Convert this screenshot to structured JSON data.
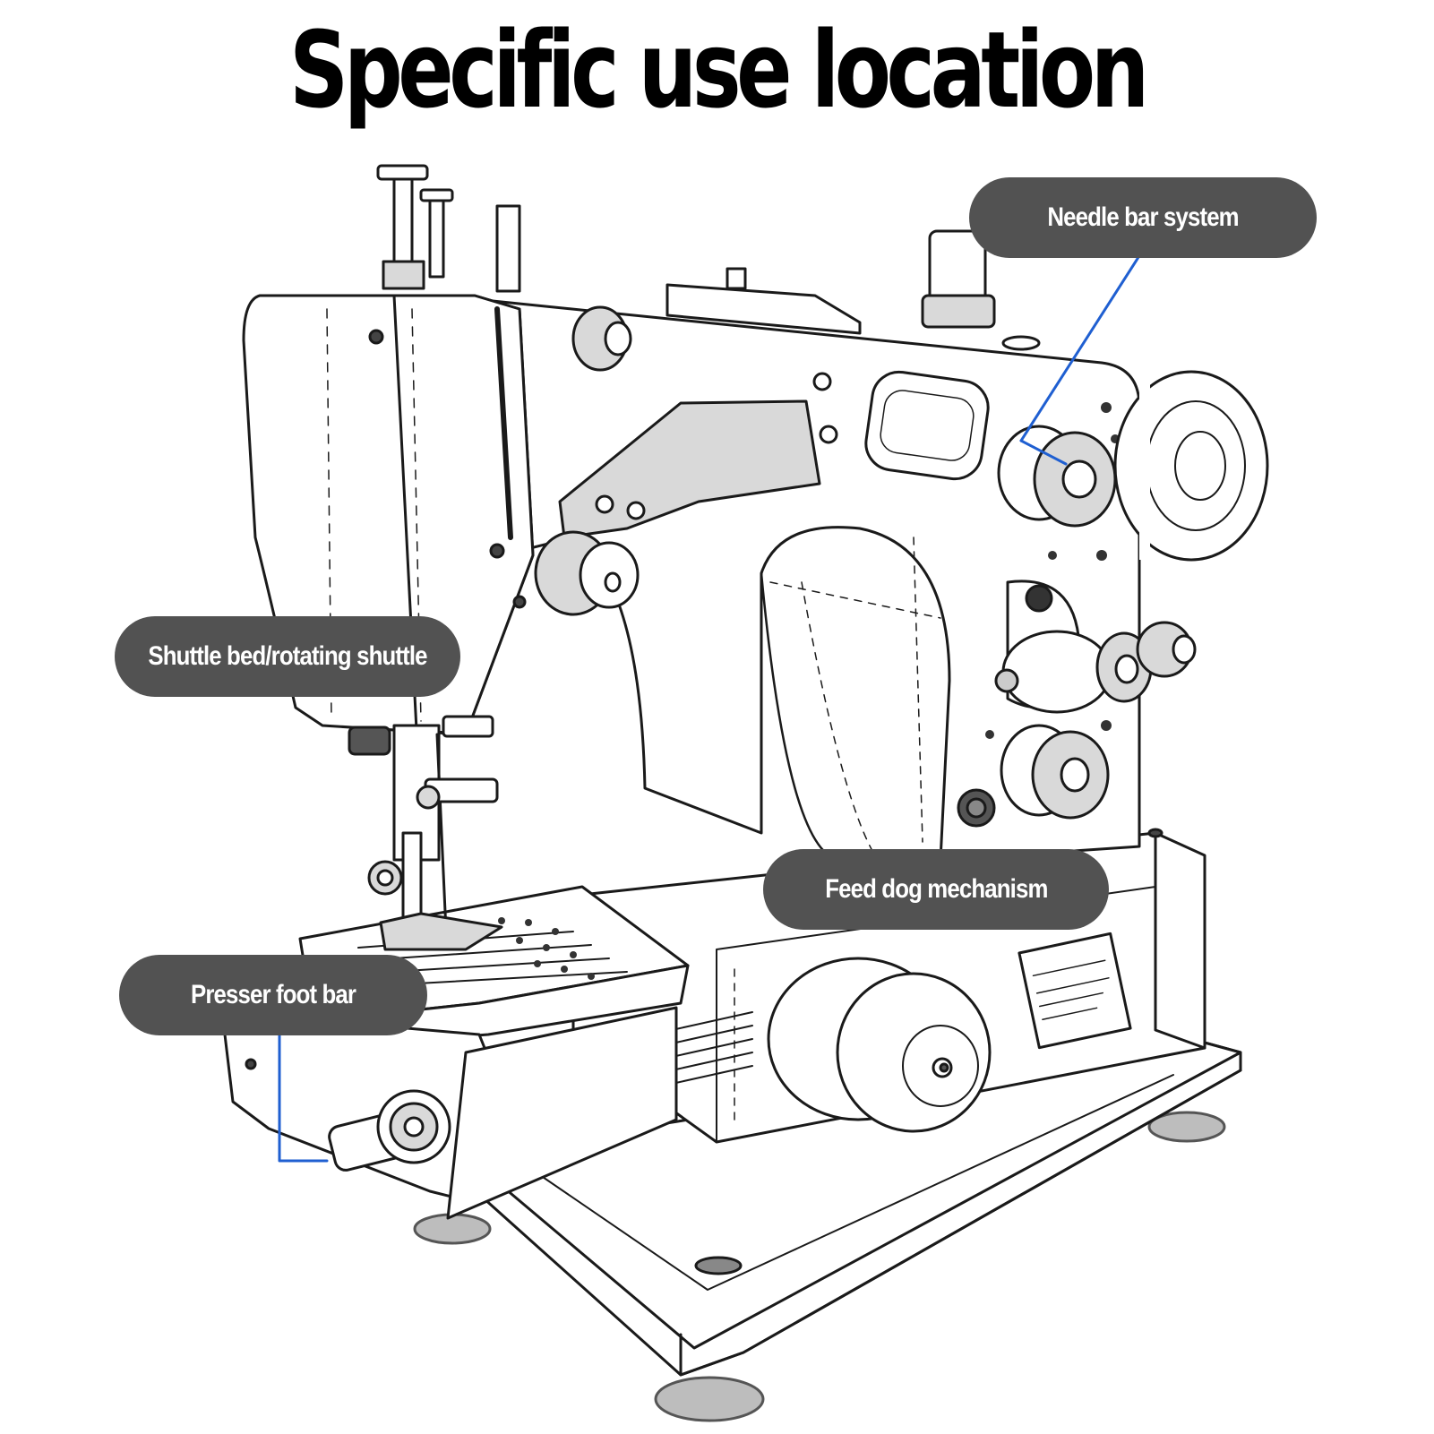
{
  "title": "Specific use location",
  "labels": {
    "needle_bar": "Needle bar system",
    "shuttle_bed": "Shuttle bed/rotating shuttle",
    "feed_dog": "Feed dog mechanism",
    "presser_foot": "Presser foot bar"
  },
  "colors": {
    "callout_bg": "#525252",
    "callout_text": "#ffffff",
    "leader_line": "#1f5fd1",
    "outline": "#1a1a1a",
    "fill_light": "#ffffff",
    "fill_grey": "#d9d9d9",
    "feet_grey": "#bdbdbd"
  }
}
